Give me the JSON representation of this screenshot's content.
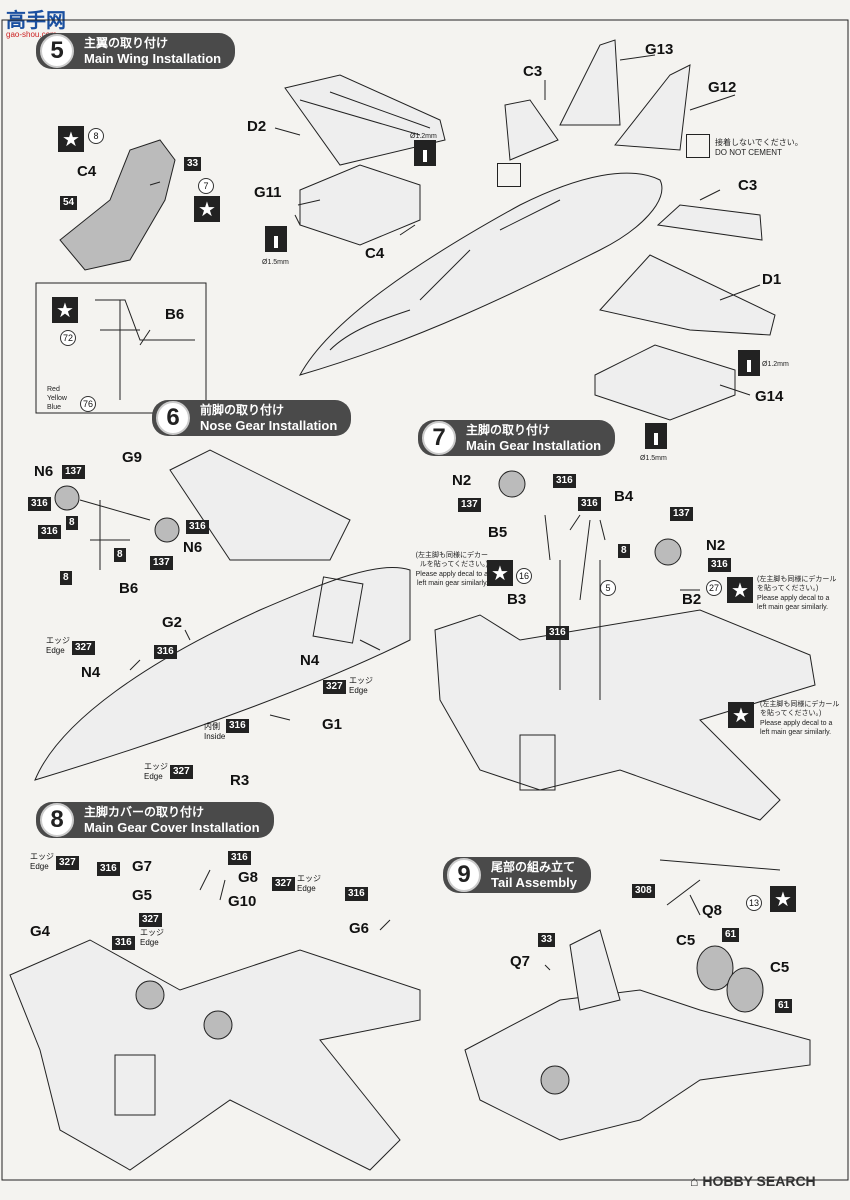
{
  "watermark": {
    "top": "高手网",
    "sub": "gao-shou.com"
  },
  "steps": [
    {
      "num": "5",
      "ja": "主翼の取り付け",
      "en": "Main Wing Installation"
    },
    {
      "num": "6",
      "ja": "前脚の取り付け",
      "en": "Nose Gear Installation"
    },
    {
      "num": "7",
      "ja": "主脚の取り付け",
      "en": "Main Gear Installation"
    },
    {
      "num": "8",
      "ja": "主脚カバーの取り付け",
      "en": "Main Gear Cover Installation"
    },
    {
      "num": "9",
      "ja": "尾部の組み立て",
      "en": "Tail Assembly"
    }
  ],
  "notes": {
    "do_not_cement_ja": "接着しないでください。",
    "do_not_cement_en": "DO NOT CEMENT",
    "drill_12": "Ø1.2mm",
    "drill_15": "Ø1.5mm",
    "decal_ja": "(左主脚も同様にデカールを貼ってください。)",
    "decal_en": "Please apply decal to a left main gear similarly.",
    "edge_ja": "エッジ",
    "edge_en": "Edge",
    "inside_ja": "内側",
    "inside_en": "Inside",
    "color_red": "Red",
    "color_yellow": "Yellow",
    "color_blue": "Blue"
  },
  "labels": {
    "d2": "D2",
    "c3a": "C3",
    "g13": "G13",
    "g12": "G12",
    "c3b": "C3",
    "g11": "G11",
    "c4a": "C4",
    "d1": "D1",
    "g14": "G14",
    "c4b": "C4",
    "b6a": "B6",
    "n6a": "N6",
    "g9": "G9",
    "n6b": "N6",
    "b6b": "B6",
    "g2": "G2",
    "n4a": "N4",
    "n4b": "N4",
    "g1": "G1",
    "r3": "R3",
    "n2a": "N2",
    "b4": "B4",
    "b5": "B5",
    "n2b": "N2",
    "b3": "B3",
    "b2": "B2",
    "g7": "G7",
    "g8": "G8",
    "g5": "G5",
    "g10": "G10",
    "g6": "G6",
    "g4": "G4",
    "q8": "Q8",
    "q7": "Q7",
    "c5a": "C5",
    "c5b": "C5"
  },
  "paints": {
    "p8": "8",
    "p33": "33",
    "p7": "7",
    "p54": "54",
    "p72": "72",
    "p76": "76",
    "p137": "137",
    "p316": "316",
    "p327": "327",
    "p16": "16",
    "p27": "27",
    "p5": "5",
    "p308": "308",
    "p61": "61",
    "p13": "13"
  },
  "footer": {
    "brand": "HOBBY SEARCH"
  }
}
